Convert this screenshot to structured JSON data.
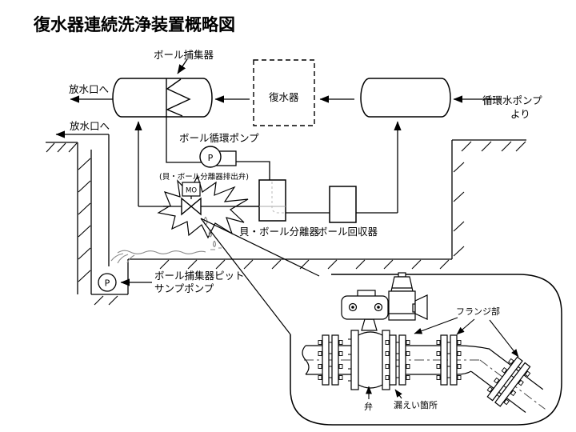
{
  "title": "復水器連続洗浄装置概略図",
  "main": {
    "ball_catcher_label": "ボール捕集器",
    "outlet_top_label": "放水口へ",
    "outlet_lower_label": "放水口へ",
    "condenser_label": "復水器",
    "circ_pump_label_line1": "循環水ポンプ",
    "circ_pump_label_line2": "より",
    "ball_pump_label": "ボール循環ポンプ",
    "pump_symbol_letter": "P",
    "discharge_valve_note": "(貝・ボール分離器排出弁)",
    "valve_actuator_label": "MO",
    "separator_label": "貝・ボール分離器",
    "recovery_label": "ボール回収器",
    "pit_label_line1": "ボール捕集器ピット",
    "pit_label_line2": "サンプポンプ",
    "sump_pump_letter": "P"
  },
  "inset": {
    "flange_label": "フランジ部",
    "valve_label": "弁",
    "leak_label": "漏えい箇所"
  },
  "colors": {
    "line": "#000000",
    "leak_water": "#8a8a8a",
    "background": "#ffffff"
  }
}
